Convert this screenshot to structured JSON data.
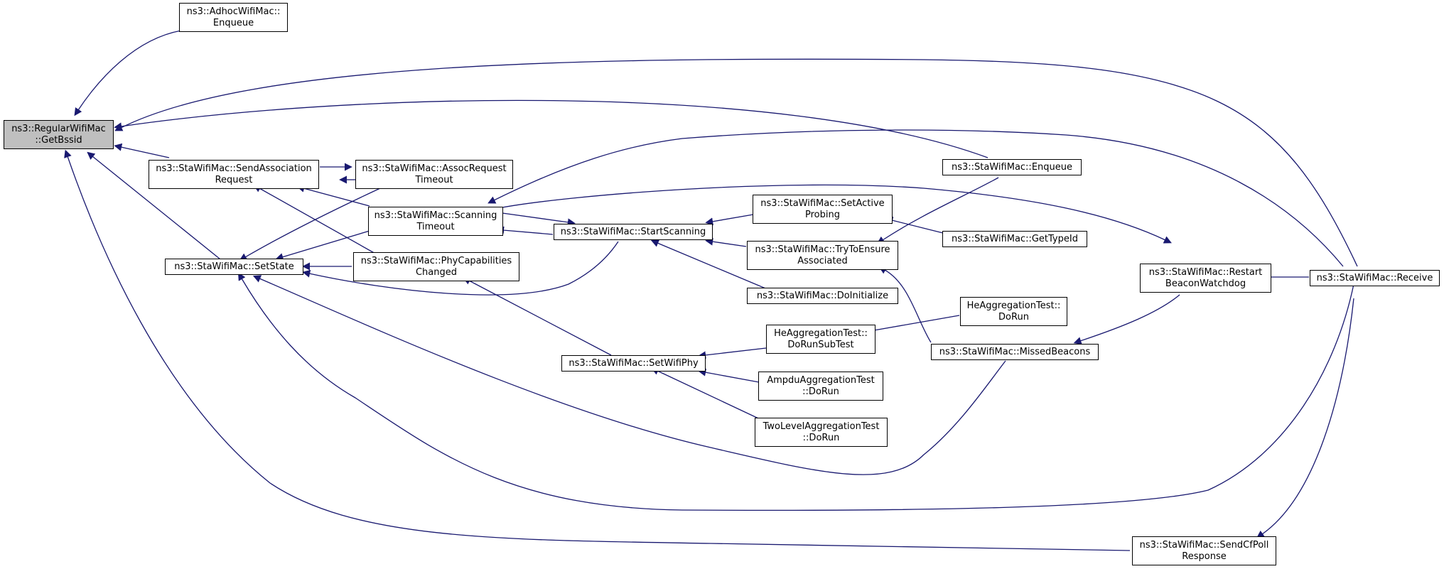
{
  "colors": {
    "edge": "#191970",
    "node_border": "#000000",
    "root_fill": "#bfbfbf",
    "node_fill": "#ffffff"
  },
  "nodes": {
    "regular_getbssid": {
      "lines": [
        "ns3::RegularWifiMac",
        "::GetBssid"
      ]
    },
    "adhoc_enqueue": {
      "lines": [
        "ns3::AdhocWifiMac::",
        "Enqueue"
      ]
    },
    "send_assoc_request": {
      "lines": [
        "ns3::StaWifiMac::SendAssociation",
        "Request"
      ]
    },
    "set_state": {
      "lines": [
        "ns3::StaWifiMac::SetState"
      ]
    },
    "assoc_request_timeout": {
      "lines": [
        "ns3::StaWifiMac::AssocRequest",
        "Timeout"
      ]
    },
    "scanning_timeout": {
      "lines": [
        "ns3::StaWifiMac::Scanning",
        "Timeout"
      ]
    },
    "phy_capabilities_changed": {
      "lines": [
        "ns3::StaWifiMac::PhyCapabilities",
        "Changed"
      ]
    },
    "start_scanning": {
      "lines": [
        "ns3::StaWifiMac::StartScanning"
      ]
    },
    "set_wifi_phy": {
      "lines": [
        "ns3::StaWifiMac::SetWifiPhy"
      ]
    },
    "set_active_probing": {
      "lines": [
        "ns3::StaWifiMac::SetActive",
        "Probing"
      ]
    },
    "try_to_ensure_associated": {
      "lines": [
        "ns3::StaWifiMac::TryToEnsure",
        "Associated"
      ]
    },
    "do_initialize": {
      "lines": [
        "ns3::StaWifiMac::DoInitialize"
      ]
    },
    "he_do_run_subtest": {
      "lines": [
        "HeAggregationTest::",
        "DoRunSubTest"
      ]
    },
    "ampdu_do_run": {
      "lines": [
        "AmpduAggregationTest",
        "::DoRun"
      ]
    },
    "two_level_do_run": {
      "lines": [
        "TwoLevelAggregationTest",
        "::DoRun"
      ]
    },
    "sta_enqueue": {
      "lines": [
        "ns3::StaWifiMac::Enqueue"
      ]
    },
    "get_type_id": {
      "lines": [
        "ns3::StaWifiMac::GetTypeId"
      ]
    },
    "he_do_run": {
      "lines": [
        "HeAggregationTest::",
        "DoRun"
      ]
    },
    "missed_beacons": {
      "lines": [
        "ns3::StaWifiMac::MissedBeacons"
      ]
    },
    "restart_beacon_watchdog": {
      "lines": [
        "ns3::StaWifiMac::Restart",
        "BeaconWatchdog"
      ]
    },
    "receive": {
      "lines": [
        "ns3::StaWifiMac::Receive"
      ]
    },
    "send_cf_poll_response": {
      "lines": [
        "ns3::StaWifiMac::SendCfPoll",
        "Response"
      ]
    }
  }
}
